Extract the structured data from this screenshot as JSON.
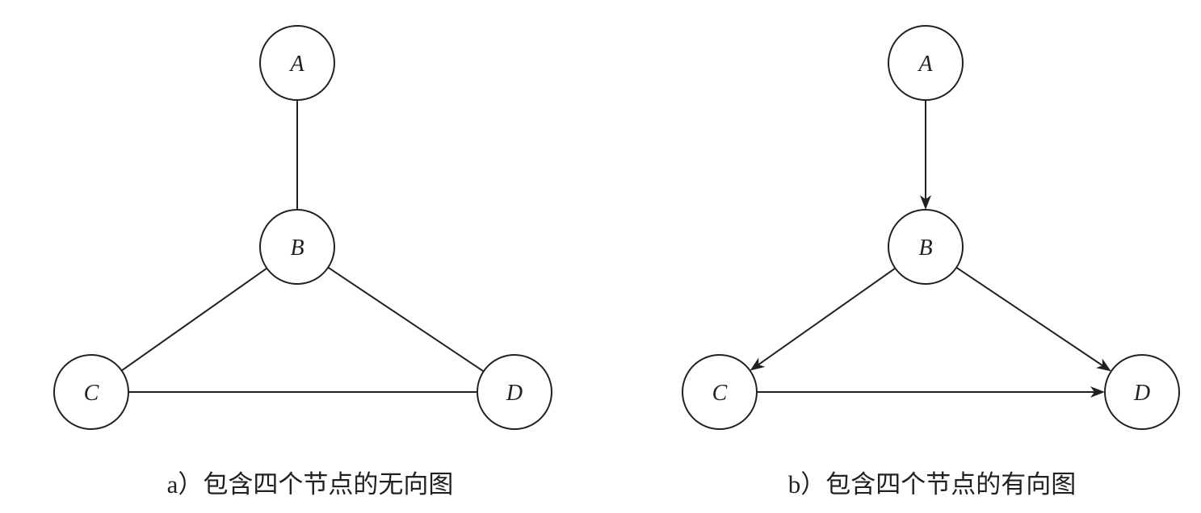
{
  "colors": {
    "ink": "#231f20",
    "background": "#ffffff"
  },
  "graphs": [
    {
      "caption": "a）包含四个节点的无向图",
      "directed": false,
      "nodes": [
        "A",
        "B",
        "C",
        "D"
      ],
      "edges": [
        [
          0,
          1
        ],
        [
          1,
          2
        ],
        [
          1,
          3
        ],
        [
          2,
          3
        ]
      ]
    },
    {
      "caption": "b）包含四个节点的有向图",
      "directed": true,
      "nodes": [
        "A",
        "B",
        "C",
        "D"
      ],
      "edges": [
        [
          0,
          1
        ],
        [
          1,
          2
        ],
        [
          1,
          3
        ],
        [
          2,
          3
        ]
      ]
    }
  ]
}
